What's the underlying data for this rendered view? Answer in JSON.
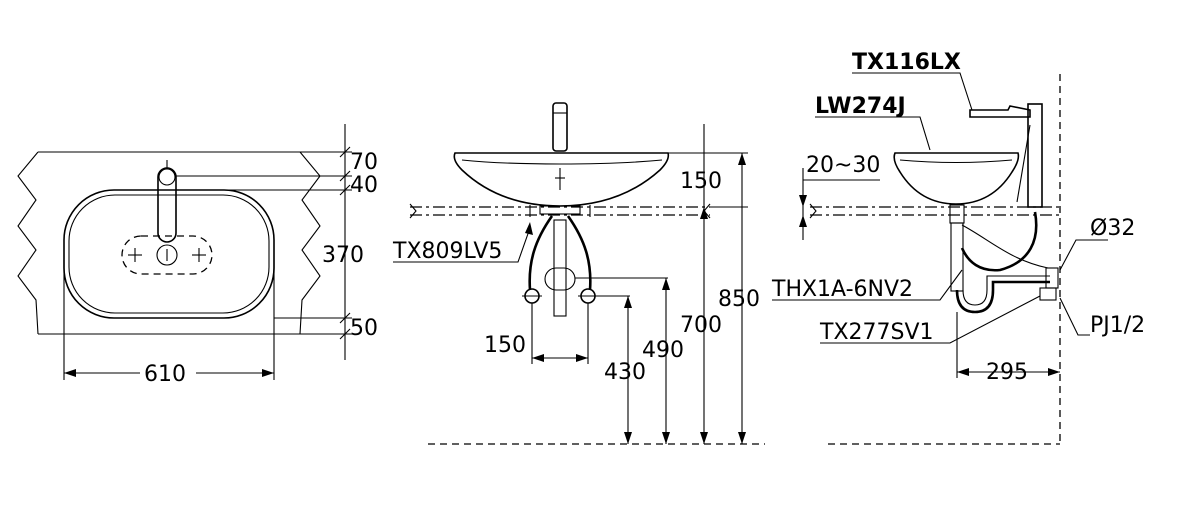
{
  "top_view": {
    "dims": {
      "d70": "70",
      "d40": "40",
      "d370": "370",
      "d50": "50",
      "d610": "610"
    }
  },
  "front_view": {
    "dims": {
      "d150_top": "150",
      "d150_bottom": "150",
      "d430": "430",
      "d490": "490",
      "d700": "700",
      "d850": "850"
    },
    "labels": {
      "supply_valve": "TX809LV5"
    }
  },
  "side_view": {
    "dims": {
      "d20_30": "20~30",
      "d295": "295"
    },
    "labels": {
      "faucet": "TX116LX",
      "basin": "LW274J",
      "trap": "THX1A-6NV2",
      "stop_valve": "TX277SV1",
      "pipe_dia": "Ø32",
      "thread": "PJ1/2"
    }
  }
}
